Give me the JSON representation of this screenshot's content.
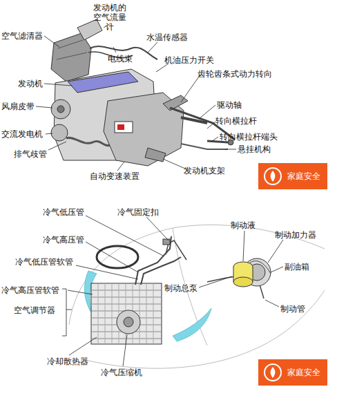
{
  "diagram": {
    "nodes": [
      {
        "text": [
          "家庭安全"
        ]
      },
      {
        "text": [
          "家庭安全"
        ]
      }
    ],
    "labels": [
      "发动机的 空气流量计",
      "空气滤清器",
      "电线束",
      "水温传感器",
      "机油压力开关",
      "齿轮齿条式动力转向",
      "发动机",
      "驱动轴",
      "风扇皮带",
      "转向横拉杆",
      "交流发电机",
      "转向横拉杆端头",
      "悬挂机构",
      "排气歧管",
      "发动机支架",
      "自动变速装置",
      "冷气低压管",
      "冷气固定扣",
      "冷气高压管",
      "制动液",
      "制动加力器",
      "冷气低压管软管",
      "副油箱",
      "冷气高压管软管",
      "制动总泵",
      "空气调节器",
      "制动管",
      "冷却散热器",
      "冷气压缩机"
    ]
  }
}
